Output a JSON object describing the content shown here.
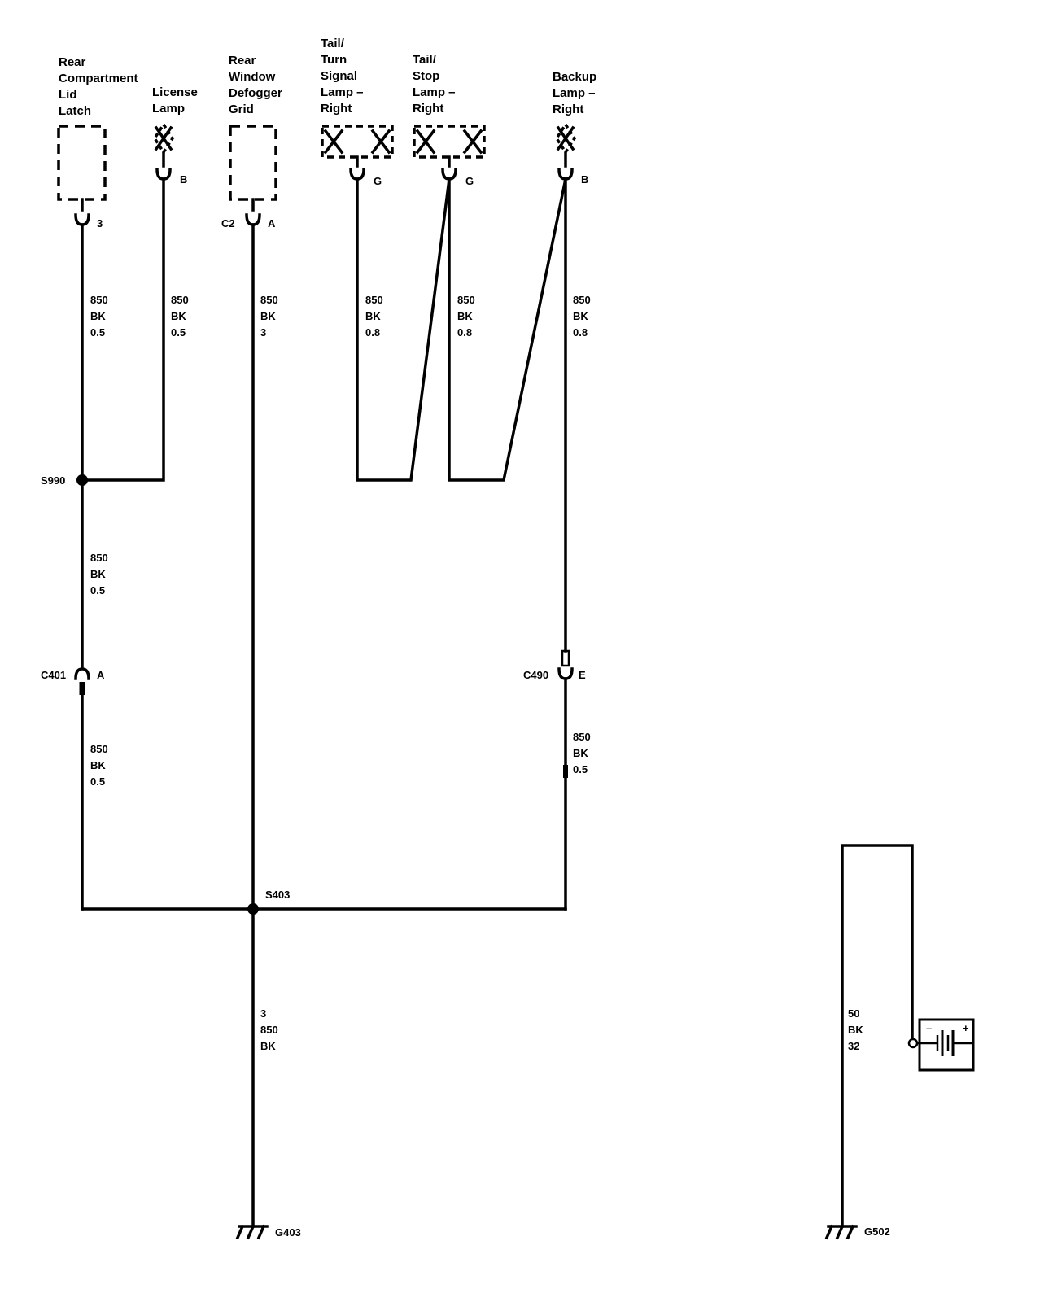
{
  "components": {
    "rear_compartment_lid_latch": [
      "Rear",
      "Compartment",
      "Lid",
      "Latch"
    ],
    "license_lamp": [
      "License",
      "Lamp"
    ],
    "rear_window_defogger_grid": [
      "Rear",
      "Window",
      "Defogger",
      "Grid"
    ],
    "tail_turn_signal_lamp_right": [
      "Tail/",
      "Turn",
      "Signal",
      "Lamp –",
      "Right"
    ],
    "tail_stop_lamp_right": [
      "Tail/",
      "Stop",
      "Lamp –",
      "Right"
    ],
    "backup_lamp_right": [
      "Backup",
      "Lamp –",
      "Right"
    ]
  },
  "pins": {
    "latch": "3",
    "license": "B",
    "defogger_connector": "C2",
    "defogger": "A",
    "tail_turn": "G",
    "tail_stop": "G",
    "backup": "B"
  },
  "wires": {
    "latch": [
      "850",
      "BK",
      "0.5"
    ],
    "license": [
      "850",
      "BK",
      "0.5"
    ],
    "defogger": [
      "850",
      "BK",
      "3"
    ],
    "tail_turn": [
      "850",
      "BK",
      "0.8"
    ],
    "tail_stop": [
      "850",
      "BK",
      "0.8"
    ],
    "backup": [
      "850",
      "BK",
      "0.8"
    ],
    "s990_to_c401": [
      "850",
      "BK",
      "0.5"
    ],
    "c401_to_s403": [
      "850",
      "BK",
      "0.5"
    ],
    "c490_to_s403": [
      "850",
      "BK",
      "0.5"
    ],
    "s403_to_g403": [
      "3",
      "850",
      "BK"
    ],
    "battery_to_g502": [
      "50",
      "BK",
      "32"
    ]
  },
  "splices": {
    "s990": "S990",
    "s403": "S403"
  },
  "connectors": {
    "c401": "C401",
    "c401_pin": "A",
    "c490": "C490",
    "c490_pin": "E"
  },
  "grounds": {
    "g403": "G403",
    "g502": "G502"
  },
  "battery": {
    "minus": "–",
    "plus": "+"
  }
}
